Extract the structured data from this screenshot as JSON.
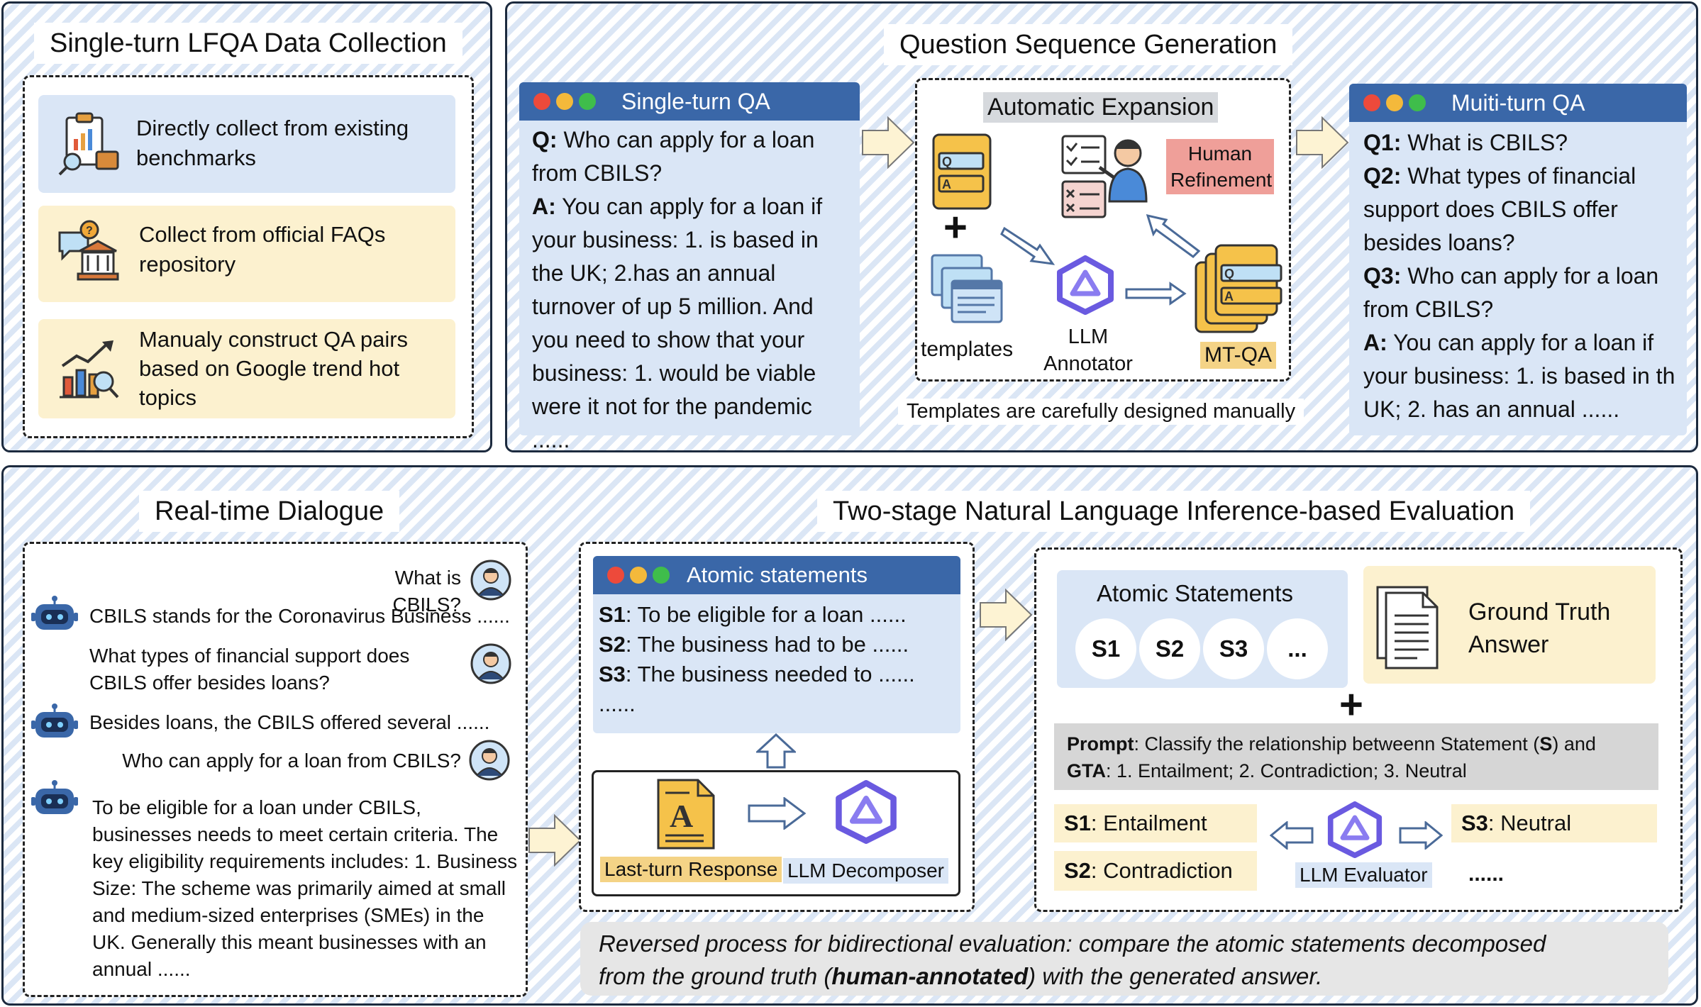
{
  "top_left": {
    "title": "Single-turn LFQA Data Collection",
    "items": [
      {
        "icon": "clipboard-chart-icon",
        "text": "Directly collect from  existing benchmarks"
      },
      {
        "icon": "faq-bank-icon",
        "text": "Collect from official FAQs repository"
      },
      {
        "icon": "trend-chart-icon",
        "text": "Manualy construct QA pairs based on Google trend hot topics"
      }
    ]
  },
  "top_right": {
    "title": "Question Sequence Generation",
    "single_turn": {
      "header": "Single-turn QA",
      "q_label": "Q:",
      "q_text": " Who can apply for a loan from CBILS?",
      "a_label": "A:",
      "a_text": " You can apply for a loan if your business: 1. is based in the UK; 2.has an annual turnover of up 5 million. And you need to show that your business: 1. would be viable were it not for the pandemic ......"
    },
    "expansion": {
      "title": "Automatic Expansion",
      "human_refinement": "Human Refinement",
      "templates": "templates",
      "llm_annotator": "LLM Annotator",
      "mtqa": "MT-QA",
      "plus": "+",
      "note": "Templates are carefully designed manually"
    },
    "multi_turn": {
      "header": "Muiti-turn QA",
      "lines": [
        {
          "label": "Q1:",
          "text": " What is CBILS?"
        },
        {
          "label": "Q2:",
          "text": " What types of financial support does CBILS offer besides loans?"
        },
        {
          "label": "Q3:",
          "text": " Who can apply for a loan from CBILS?"
        },
        {
          "label": "A:",
          "text": " You can apply for a loan if your business: 1. is based in th UK; 2. has an annual ......"
        }
      ]
    }
  },
  "bottom": {
    "dialogue_title": "Real-time Dialogue",
    "eval_title": "Two-stage Natural Language Inference-based Evaluation",
    "dialogue": [
      {
        "role": "user",
        "text": "What is CBILS?"
      },
      {
        "role": "bot",
        "text": "CBILS stands for the Coronavirus Business ......"
      },
      {
        "role": "user",
        "text": "What types of financial support does CBILS offer besides loans?"
      },
      {
        "role": "bot",
        "text": "Besides loans, the CBILS offered several ......"
      },
      {
        "role": "user",
        "text": "Who can apply for a loan from CBILS?"
      },
      {
        "role": "bot",
        "text": "To be eligible for a loan under CBILS, businesses needs to meet certain criteria. The key eligibility requirements includes: 1. Business Size: The scheme was primarily aimed at small and medium-sized enterprises (SMEs) in the UK. Generally this meant businesses with an annual ......"
      }
    ],
    "atomic": {
      "header": "Atomic statements",
      "lines": [
        {
          "label": "S1",
          "text": ": To be eligible for a loan ......"
        },
        {
          "label": "S2",
          "text": ": The business had to be ......"
        },
        {
          "label": "S3",
          "text": ": The business needed to  ......"
        }
      ],
      "ellipsis": "......",
      "last_turn": "Last-turn Response",
      "decomposer": "LLM Decomposer"
    },
    "nli": {
      "atomic_title": "Atomic Statements",
      "circles": [
        "S1",
        "S2",
        "S3",
        "..."
      ],
      "gta": "Ground Truth Answer",
      "plus": "+",
      "prompt_label": "Prompt",
      "prompt_text": ": Classify the relationship betweenn Statement (",
      "prompt_s": "S",
      "prompt_text2": ") and",
      "prompt_gta": "GTA",
      "prompt_text3": ": 1. Entailment; 2. Contradiction; 3. Neutral",
      "r1_label": "S1",
      "r1_text": ": Entailment",
      "r2_label": "S2",
      "r2_text": ": Contradiction",
      "r3_label": "S3",
      "r3_text": ": Neutral",
      "evaluator": "LLM Evaluator",
      "more": "......"
    },
    "reversed_a": "Reversed process for bidirectional evaluation: compare the atomic statements decomposed",
    "reversed_b1": "from the ground truth (",
    "reversed_bold": "human-annotated",
    "reversed_b2": ") with the generated answer."
  },
  "colors": {
    "header_blue": "#3a67a8",
    "card_blue": "#dae6f6",
    "card_yellow": "#fcf1cf",
    "arrow_fill": "#fdf3d3",
    "llm_logo": "#6a5ae0"
  }
}
